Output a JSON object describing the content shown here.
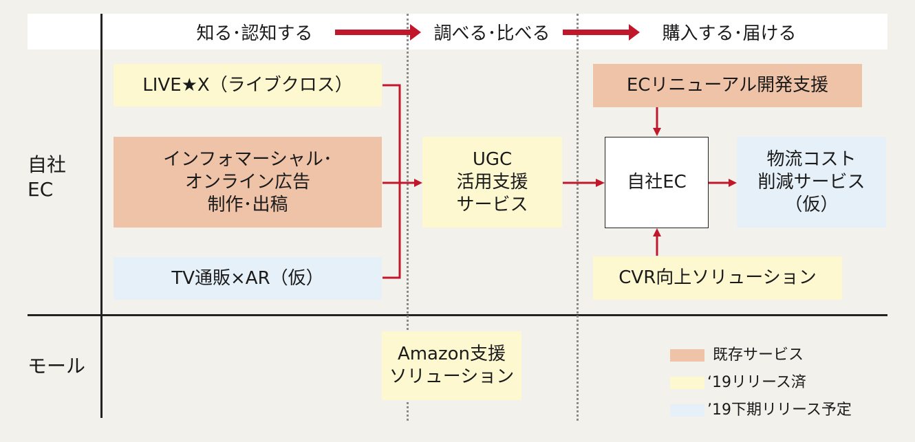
{
  "header": {
    "stage1": "知る･認知する",
    "stage2": "調べる･比べる",
    "stage3": "購入する･届ける"
  },
  "rows": {
    "own_ec": "自社\nEC",
    "mall": "モール"
  },
  "boxes": {
    "live_x": "LIVE★X（ライブクロス）",
    "infomercial": [
      "インフォマーシャル･",
      "オンライン広告",
      "制作･出稿"
    ],
    "tv_ar": "TV通販×AR（仮）",
    "ugc": [
      "UGC",
      "活用支援",
      "サービス"
    ],
    "ec_renewal": "ECリニューアル開発支援",
    "own_ec": "自社EC",
    "logistics": [
      "物流コスト",
      "削減サービス",
      "（仮）"
    ],
    "cvr": "CVR向上ソリューション",
    "amazon": [
      "Amazon支援",
      "ソリューション"
    ]
  },
  "legend": {
    "existing": "既存サービス",
    "released_19": "‘19リリース済",
    "planned_19": "’19下期リリース予定"
  },
  "colors": {
    "existing": "#efc3a8",
    "released": "#fdf8cf",
    "planned": "#e6f0f8",
    "arrow": "#c0182a"
  }
}
